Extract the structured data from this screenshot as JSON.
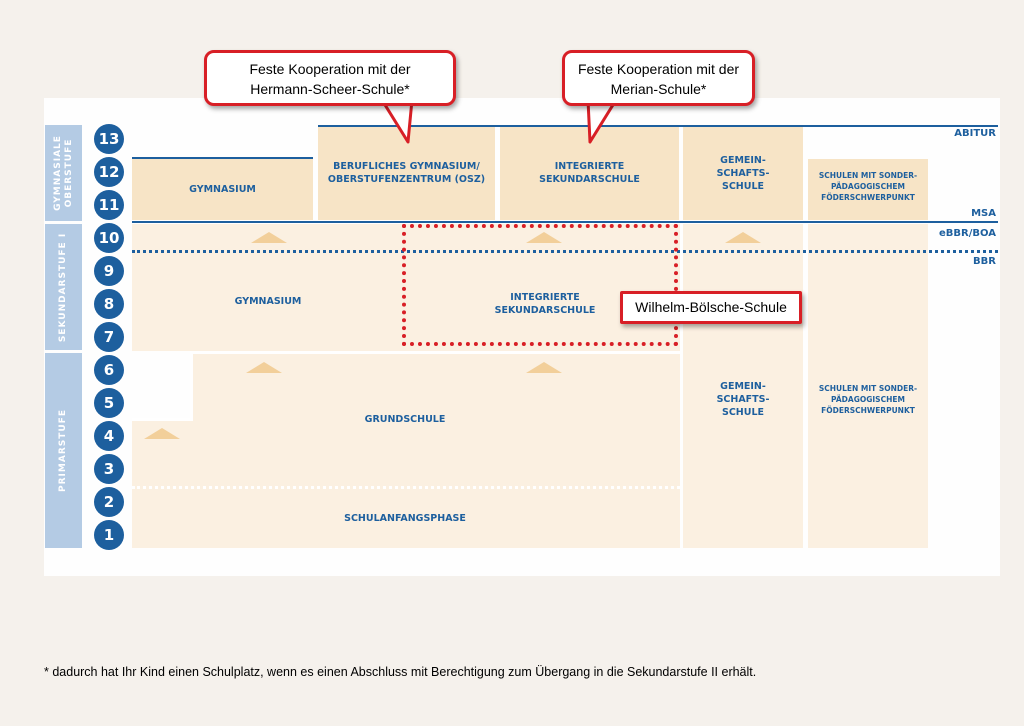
{
  "stages": {
    "gymnasiale_oberstufe": "GYMNASIALE OBERSTUFE",
    "sekundarstufe_i": "SEKUNDARSTUFE I",
    "primarstufe": "PRIMARSTUFE"
  },
  "grades": [
    "13",
    "12",
    "11",
    "10",
    "9",
    "8",
    "7",
    "6",
    "5",
    "4",
    "3",
    "2",
    "1"
  ],
  "blocks": {
    "gymnasium_upper": "GYMNASIUM",
    "berufliches_gymnasium": "BERUFLICHES GYMNASIUM/\nOBERSTUFENZENTRUM (OSZ)",
    "iss_upper": "INTEGRIERTE\nSEKUNDARSCHULE",
    "gemeinschaftsschule_upper": "GEMEIN-\nSCHAFTS-\nSCHULE",
    "foerder_upper": "SCHULEN MIT SONDER-\nPÄDAGOGISCHEM\nFÖDERSCHWERPUNKT",
    "gymnasium_lower": "GYMNASIUM",
    "iss_lower": "INTEGRIERTE\nSEKUNDARSCHULE",
    "grundschule": "GRUNDSCHULE",
    "schulanfangsphase": "SCHULANFANGSPHASE",
    "gemeinschaftsschule_lower": "GEMEIN-\nSCHAFTS-\nSCHULE",
    "foerder_lower": "SCHULEN MIT SONDER-\nPÄDAGOGISCHEM\nFÖDERSCHWERPUNKT"
  },
  "levels": {
    "abitur": "ABITUR",
    "msa": "MSA",
    "ebbr_boa": "eBBR/BOA",
    "bbr": "BBR"
  },
  "callouts": {
    "hermann": "Feste Kooperation mit der\nHermann-Scheer-Schule*",
    "merian": "Feste Kooperation mit der\nMerian-Schule*",
    "wilhelm": "Wilhelm-Bölsche-Schule"
  },
  "footnote": "* dadurch hat Ihr Kind einen Schulplatz, wenn es einen Abschluss mit Berechtigung zum Übergang in die Sekundarstufe II erhält.",
  "colors": {
    "accent_blue": "#1d5f9e",
    "stage_blue": "#b4cbe4",
    "block_beige": "#f7e4c6",
    "highlight_red": "#d81f26"
  }
}
